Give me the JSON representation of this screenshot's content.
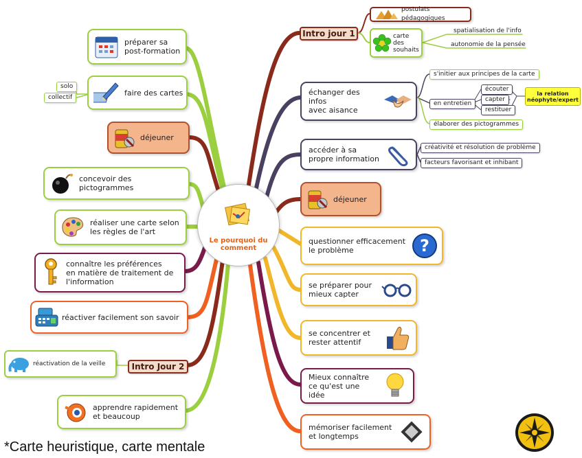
{
  "center": {
    "label": "Le pourquoi du\ncomment",
    "icon": "map-icon"
  },
  "left": [
    {
      "label": "préparer sa\npost-formation",
      "icon": "calendar-icon",
      "color": "#9ccf3f"
    },
    {
      "label": "faire des cartes",
      "icon": "pencil-icon",
      "color": "#9ccf3f",
      "sub": [
        "solo",
        "collectif"
      ]
    },
    {
      "label": "déjeuner",
      "icon": "food-can-icon",
      "color": "#b1502a"
    },
    {
      "label": "concevoir des pictogrammes",
      "icon": "bomb-icon",
      "color": "#9ccf3f"
    },
    {
      "label": "réaliser une carte selon\nles règles de l'art",
      "icon": "palette-icon",
      "color": "#9ccf3f"
    },
    {
      "label": "connaître les préférences\nen matière de traitement de\nl'information",
      "icon": "key-icon",
      "color": "#7a1a4a"
    },
    {
      "label": "réactiver facilement son savoir",
      "icon": "cash-register-icon",
      "color": "#f06020"
    },
    {
      "label": "apprendre rapidement\net beaucoup",
      "icon": "blender-icon",
      "color": "#9ccf3f"
    }
  ],
  "intro2": {
    "label": "Intro Jour 2",
    "sub": "réactivation de la veille",
    "icon": "elephant-icon"
  },
  "intro1": {
    "label": "Intro jour 1",
    "sub1": "postulats pédagogiques",
    "sub2": "carte des\nsouhaits",
    "sub2_children": [
      "spatialisation de l'info",
      "autonomie de la pensée"
    ]
  },
  "right": [
    {
      "label": "échanger des infos\navec aisance",
      "icon": "handshake-icon",
      "color": "#4a4060",
      "children": [
        "s'initier aux principes de la carte",
        "en entretien",
        "élaborer des pictogrammes"
      ],
      "entretien": [
        "écouter",
        "capter",
        "restituer"
      ],
      "relation": "la relation\nnéophyte/expert"
    },
    {
      "label": "accéder à sa\npropre information",
      "icon": "paperclip-icon",
      "color": "#4a4060",
      "children": [
        "créativité et résolution de problème",
        "facteurs favorisant et inhibant"
      ]
    },
    {
      "label": "déjeuner",
      "icon": "food-can-icon",
      "color": "#b1502a"
    },
    {
      "label": "questionner efficacement\nle problème",
      "icon": "question-icon",
      "color": "#f2b62a"
    },
    {
      "label": "se préparer pour\nmieux capter",
      "icon": "glasses-icon",
      "color": "#f2b62a"
    },
    {
      "label": "se concentrer et\nrester attentif",
      "icon": "thumbs-up-icon",
      "color": "#f2b62a"
    },
    {
      "label": "Mieux connaître\nce qu'est une idée",
      "icon": "lightbulb-icon",
      "color": "#7a1a4a"
    },
    {
      "label": "mémoriser facilement\net longtemps",
      "icon": "film-icon",
      "color": "#f06020"
    }
  ],
  "footnote": "*Carte heuristique, carte mentale",
  "logo": "compass-logo"
}
